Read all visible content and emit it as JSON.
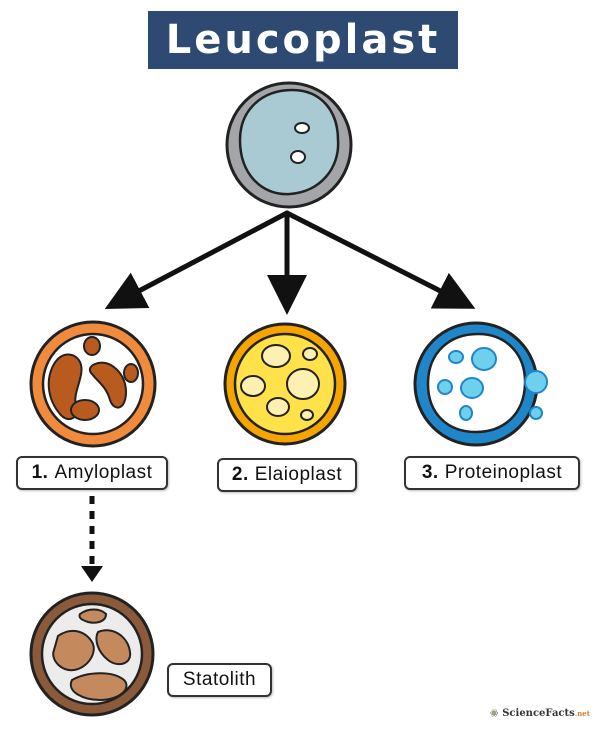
{
  "title": "Leucoplast",
  "types": [
    {
      "number": "1.",
      "name": "Amyloplast"
    },
    {
      "number": "2.",
      "name": "Elaioplast"
    },
    {
      "number": "3.",
      "name": "Proteinoplast"
    }
  ],
  "derived": {
    "name": "Statolith"
  },
  "logo": {
    "name": "ScienceFacts",
    "suffix": ".net"
  },
  "colors": {
    "title_bg": "#2f4a72",
    "leucoplast_fill": "#a9c9d3",
    "amyloplast_border": "#f08a3c",
    "amyloplast_granule": "#b95b1f",
    "elaioplast_border": "#f5a400",
    "elaioplast_fill": "#ffe14a",
    "proteinoplast_border": "#1f86c9",
    "proteinoplast_granule": "#6ed0ec",
    "statolith_border": "#8a5a3a",
    "statolith_granule": "#c48a5e"
  }
}
